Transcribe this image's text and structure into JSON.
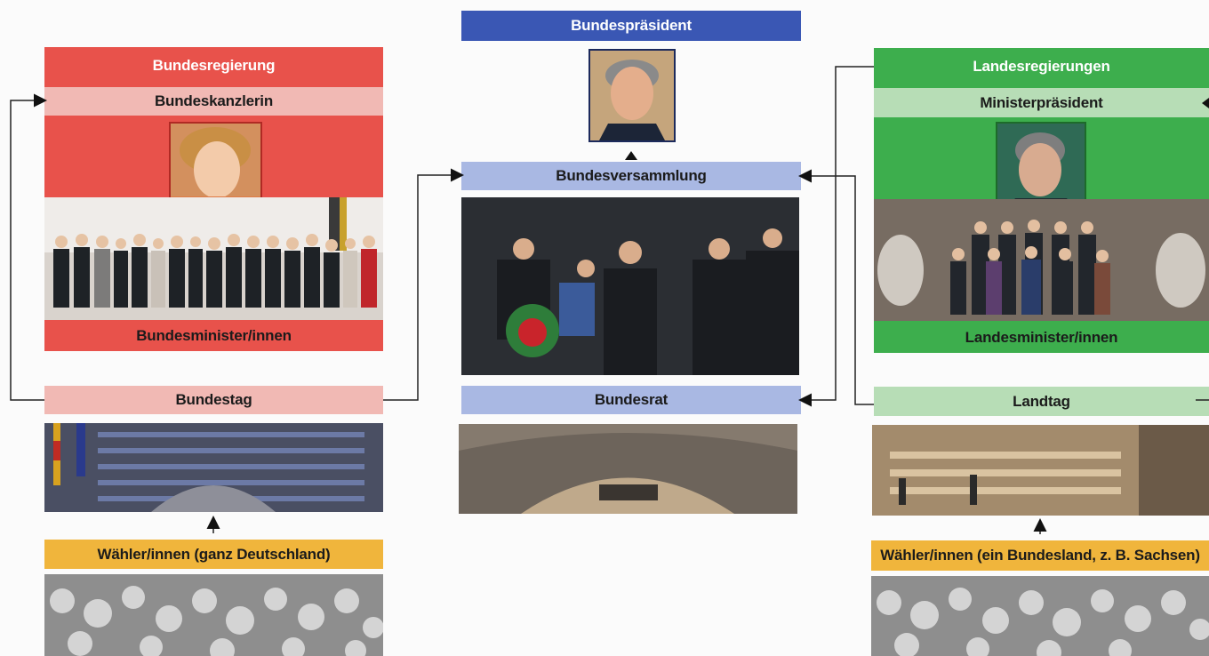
{
  "colors": {
    "federal_red": "#e8524b",
    "federal_pink": "#f1b9b4",
    "president_blue": "#3a57b4",
    "assembly_blue": "#a9b8e3",
    "state_green": "#3dae4d",
    "state_light_green": "#b7ddb6",
    "voters_orange": "#f0b53c"
  },
  "federal": {
    "government_label": "Bundesregierung",
    "chancellor_label": "Bundeskanzlerin",
    "ministers_label": "Bundesminister/innen",
    "parliament_label": "Bundestag",
    "voters_label": "Wähler/innen (ganz Deutschland)"
  },
  "center": {
    "president_label": "Bundespräsident",
    "assembly_label": "Bundesversammlung",
    "council_label": "Bundesrat"
  },
  "state": {
    "government_label": "Landesregierungen",
    "premier_label": "Ministerpräsident",
    "ministers_label": "Landesminister/innen",
    "parliament_label": "Landtag",
    "voters_label": "Wähler/innen (ein Bundesland, z. B. Sachsen)"
  }
}
